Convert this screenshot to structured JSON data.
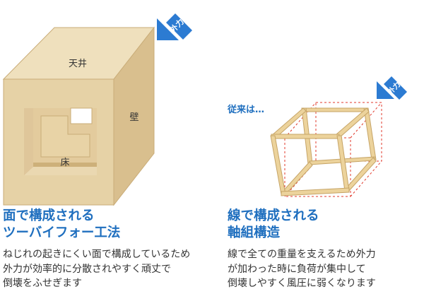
{
  "left_panel": {
    "external_force_label": "外力",
    "ceiling_label": "天井",
    "wall_label": "壁",
    "floor_label": "床",
    "heading_line1": "面で構成される",
    "heading_line2": "ツーバイフォー工法",
    "description": [
      "ねじれの起きにくい面で構成しているため",
      "外力が効率的に分散されやすく頑丈で",
      "倒壊をふせぎます"
    ]
  },
  "right_panel": {
    "external_force_label": "外力",
    "conventional_label": "従来は…",
    "heading_line1": "線で構成される",
    "heading_line2": "軸組構造",
    "description": [
      "線で全ての重量を支えるため外力",
      "が加わった時に負荷が集中して",
      "倒壊しやすく風圧に弱くなります"
    ]
  },
  "colors": {
    "panel_front": "#e6d2a6",
    "panel_side": "#d4b886",
    "panel_top": "#efe0bd",
    "panel_edge": "#c9ac78",
    "timber": "#ecd39c",
    "timber_edge": "#c6a466",
    "arrow_blue": "#2c7bd2",
    "dashed_red": "#e0392b",
    "heading_blue": "#1f6fbf"
  }
}
